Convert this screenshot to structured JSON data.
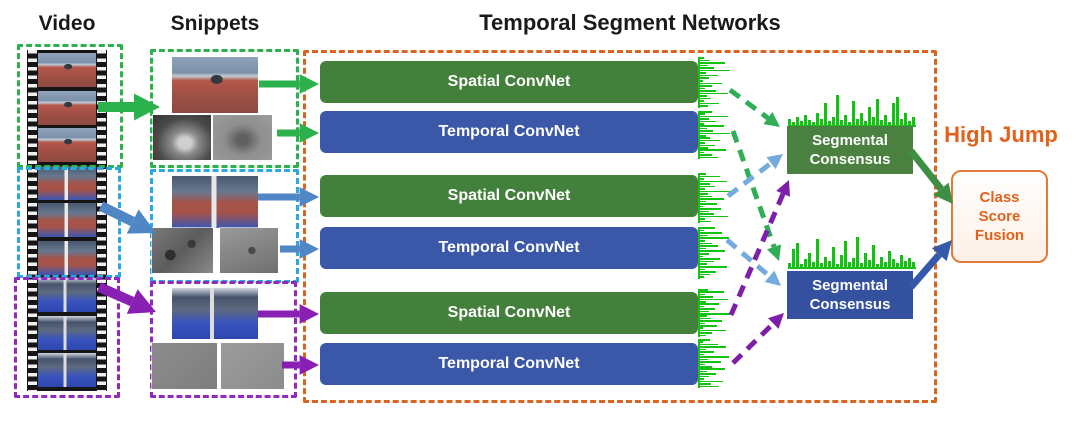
{
  "titles": {
    "video": "Video",
    "snippets": "Snippets",
    "network": "Temporal Segment Networks",
    "prediction": "High Jump"
  },
  "convnets": {
    "spatial_label": "Spatial ConvNet",
    "temporal_label": "Temporal ConvNet"
  },
  "consensus": {
    "spatial_label": "Segmental Consensus",
    "temporal_label": "Segmental Consensus"
  },
  "fusion": {
    "label": "Class Score Fusion"
  },
  "colors": {
    "segment1": "#2bb24c",
    "segment2_box": "#2aa9e0",
    "segment2_arrow": "#4e86c6",
    "segment3_box": "#9329bb",
    "segment3_arrow": "#8a1fb3",
    "spatial_bar": "#43803b",
    "temporal_bar": "#3b57a8",
    "consensus_spatial_bg": "#4a8141",
    "consensus_temporal_bg": "#33519e",
    "histogram_green": "#12c312",
    "tsn_border": "#d9641f",
    "accent_orange": "#e2621b",
    "fusion_border": "#e07b39",
    "dashed_green": "#2fae57",
    "dashed_blue": "#74aadc",
    "dashed_purple": "#7d1fa8",
    "solid_green_arrow": "#3e8e44",
    "solid_blue_arrow": "#3558a8",
    "title_color": "#1a1a1a"
  },
  "score_histograms": {
    "spatial_1": [
      4,
      10,
      25,
      8,
      14,
      30,
      6,
      18,
      9,
      3,
      22,
      12,
      5,
      16,
      28,
      7,
      11,
      4,
      19,
      8
    ],
    "temporal_1": [
      12,
      5,
      28,
      9,
      16,
      4,
      24,
      7,
      13,
      30,
      6,
      10,
      20,
      5,
      15,
      8,
      26,
      4,
      12,
      18
    ],
    "spatial_2": [
      6,
      20,
      4,
      27,
      10,
      15,
      5,
      30,
      8,
      12,
      24,
      6,
      17,
      3,
      21,
      9,
      14,
      28,
      5,
      11
    ],
    "temporal_2": [
      15,
      4,
      22,
      8,
      29,
      5,
      12,
      18,
      6,
      25,
      9,
      3,
      20,
      14,
      7,
      27,
      5,
      16,
      10,
      4
    ],
    "spatial_3": [
      8,
      24,
      5,
      13,
      28,
      6,
      19,
      4,
      15,
      9,
      30,
      7,
      11,
      22,
      5,
      17,
      3,
      26,
      12,
      6
    ],
    "temporal_3": [
      10,
      3,
      18,
      26,
      6,
      14,
      4,
      29,
      8,
      21,
      5,
      12,
      25,
      7,
      16,
      9,
      4,
      23,
      11,
      19
    ],
    "consensus_spatial": [
      6,
      3,
      8,
      4,
      10,
      5,
      3,
      12,
      6,
      22,
      4,
      8,
      30,
      5,
      10,
      3,
      24,
      6,
      12,
      4,
      18,
      8,
      26,
      5,
      10,
      3,
      22,
      28,
      6,
      12,
      4,
      8
    ],
    "consensus_temporal": [
      4,
      18,
      24,
      3,
      8,
      14,
      5,
      28,
      4,
      10,
      6,
      20,
      3,
      12,
      26,
      5,
      9,
      30,
      4,
      14,
      7,
      22,
      3,
      10,
      5,
      16,
      8,
      4,
      12,
      6,
      9,
      5
    ]
  }
}
